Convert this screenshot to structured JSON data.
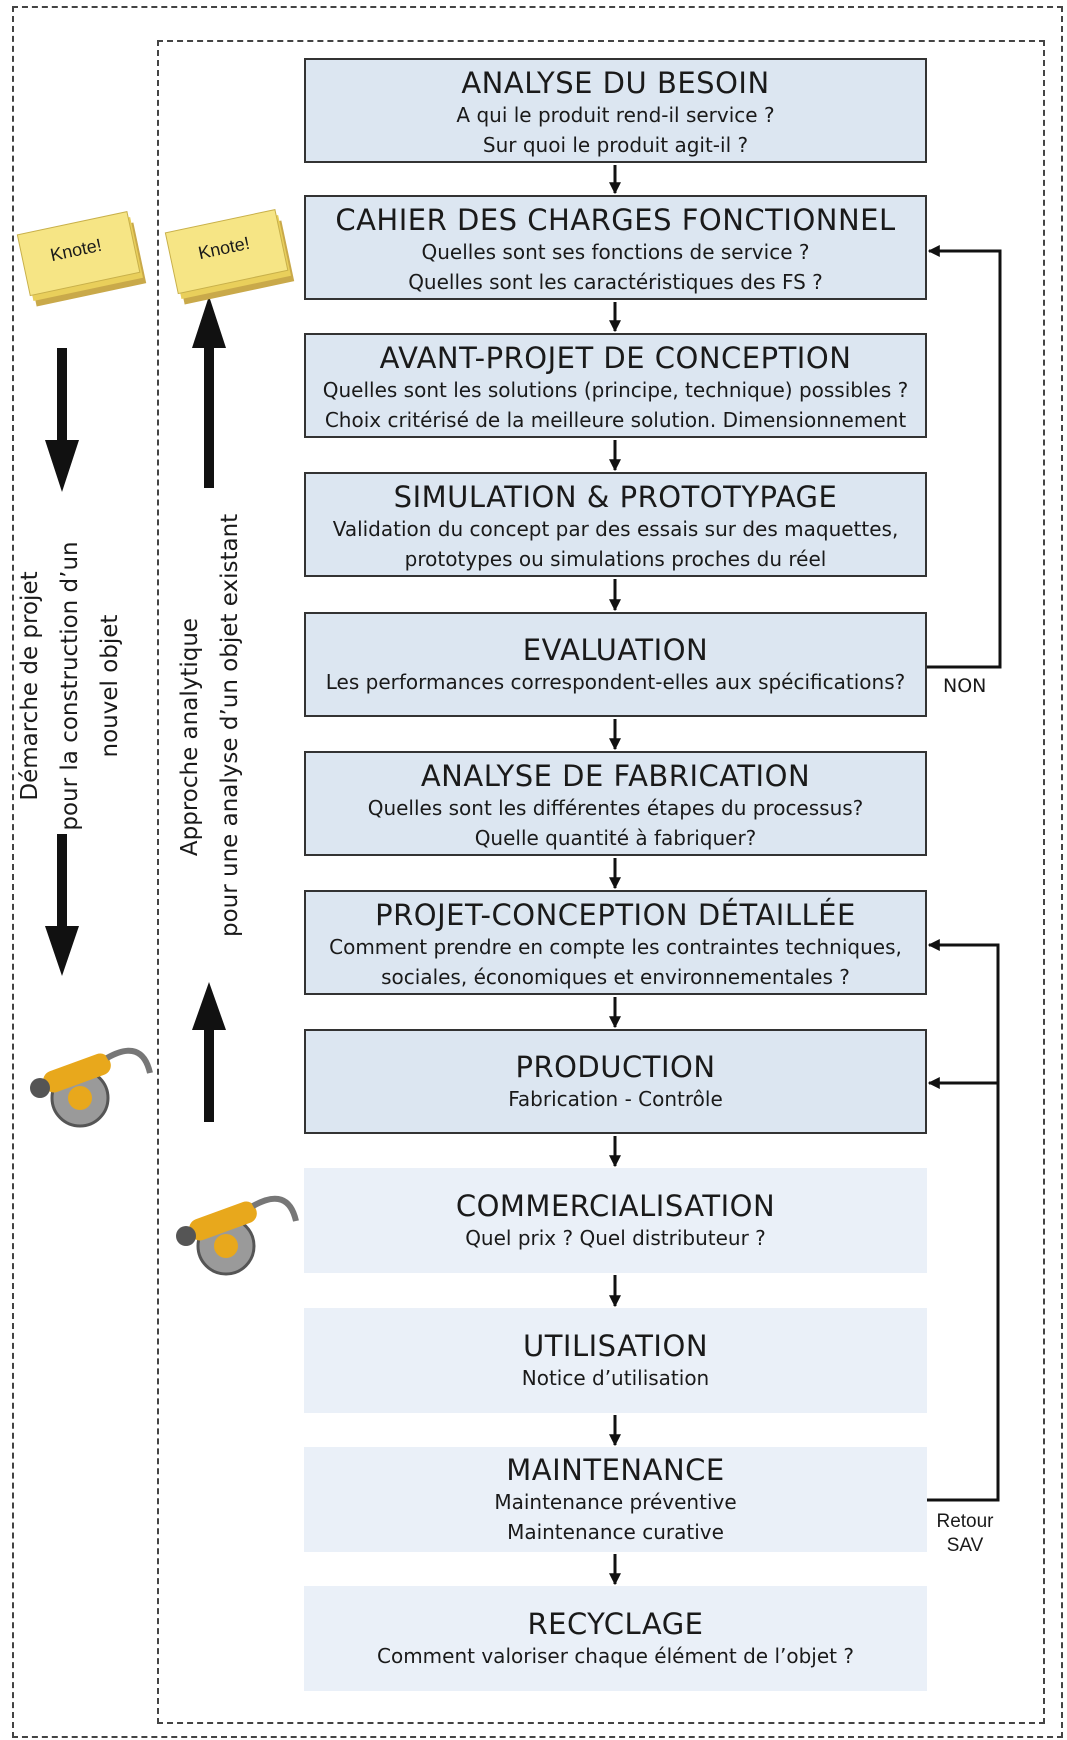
{
  "steps": [
    {
      "title": "ANALYSE DU BESOIN",
      "lines": [
        "A qui le produit rend-il service ?",
        "Sur quoi le produit agit-il ?"
      ]
    },
    {
      "title": "CAHIER DES CHARGES FONCTIONNEL",
      "lines": [
        "Quelles sont ses fonctions de service ?",
        "Quelles sont les caractéristiques des FS ?"
      ]
    },
    {
      "title": "AVANT-PROJET DE CONCEPTION",
      "lines": [
        "Quelles sont les solutions (principe, technique) possibles ?",
        "Choix critérisé de la meilleure solution. Dimensionnement"
      ]
    },
    {
      "title": "SIMULATION & PROTOTYPAGE",
      "lines": [
        "Validation du concept par des essais sur des maquettes,",
        "prototypes ou simulations proches du réel"
      ]
    },
    {
      "title": "EVALUATION",
      "lines": [
        "Les performances correspondent-elles aux spécifications?"
      ]
    },
    {
      "title": "ANALYSE DE FABRICATION",
      "lines": [
        "Quelles sont les différentes étapes du processus?",
        "Quelle quantité à fabriquer?"
      ]
    },
    {
      "title": "PROJET-CONCEPTION DÉTAILLÉE",
      "lines": [
        "Comment prendre en compte les contraintes techniques,",
        "sociales, économiques et environnementales ?"
      ]
    },
    {
      "title": "PRODUCTION",
      "lines": [
        "Fabrication - Contrôle"
      ]
    },
    {
      "title": "COMMERCIALISATION",
      "lines": [
        "Quel prix ? Quel distributeur ?"
      ]
    },
    {
      "title": "UTILISATION",
      "lines": [
        "Notice d’utilisation"
      ]
    },
    {
      "title": "MAINTENANCE",
      "lines": [
        "Maintenance préventive",
        "Maintenance curative"
      ]
    },
    {
      "title": "RECYCLAGE",
      "lines": [
        "Comment valoriser chaque élément de l’objet ?"
      ]
    }
  ],
  "feedback": {
    "non_label": "NON",
    "retour_line1": "Retour",
    "retour_line2": "SAV"
  },
  "left_label": {
    "line1": "Démarche de projet",
    "line2": "pour la construction d’un",
    "line3": "nouvel objet"
  },
  "middle_label": {
    "line1": "Approche analytique",
    "line2": "pour une analyse d’un objet existant"
  },
  "sticky_note_text": "Knote!",
  "colors": {
    "dark_box": "#dce6f1",
    "light_box": "#eaf0f8",
    "note_yellow": "#f3e07a",
    "product_yellow": "#e8a81c"
  }
}
